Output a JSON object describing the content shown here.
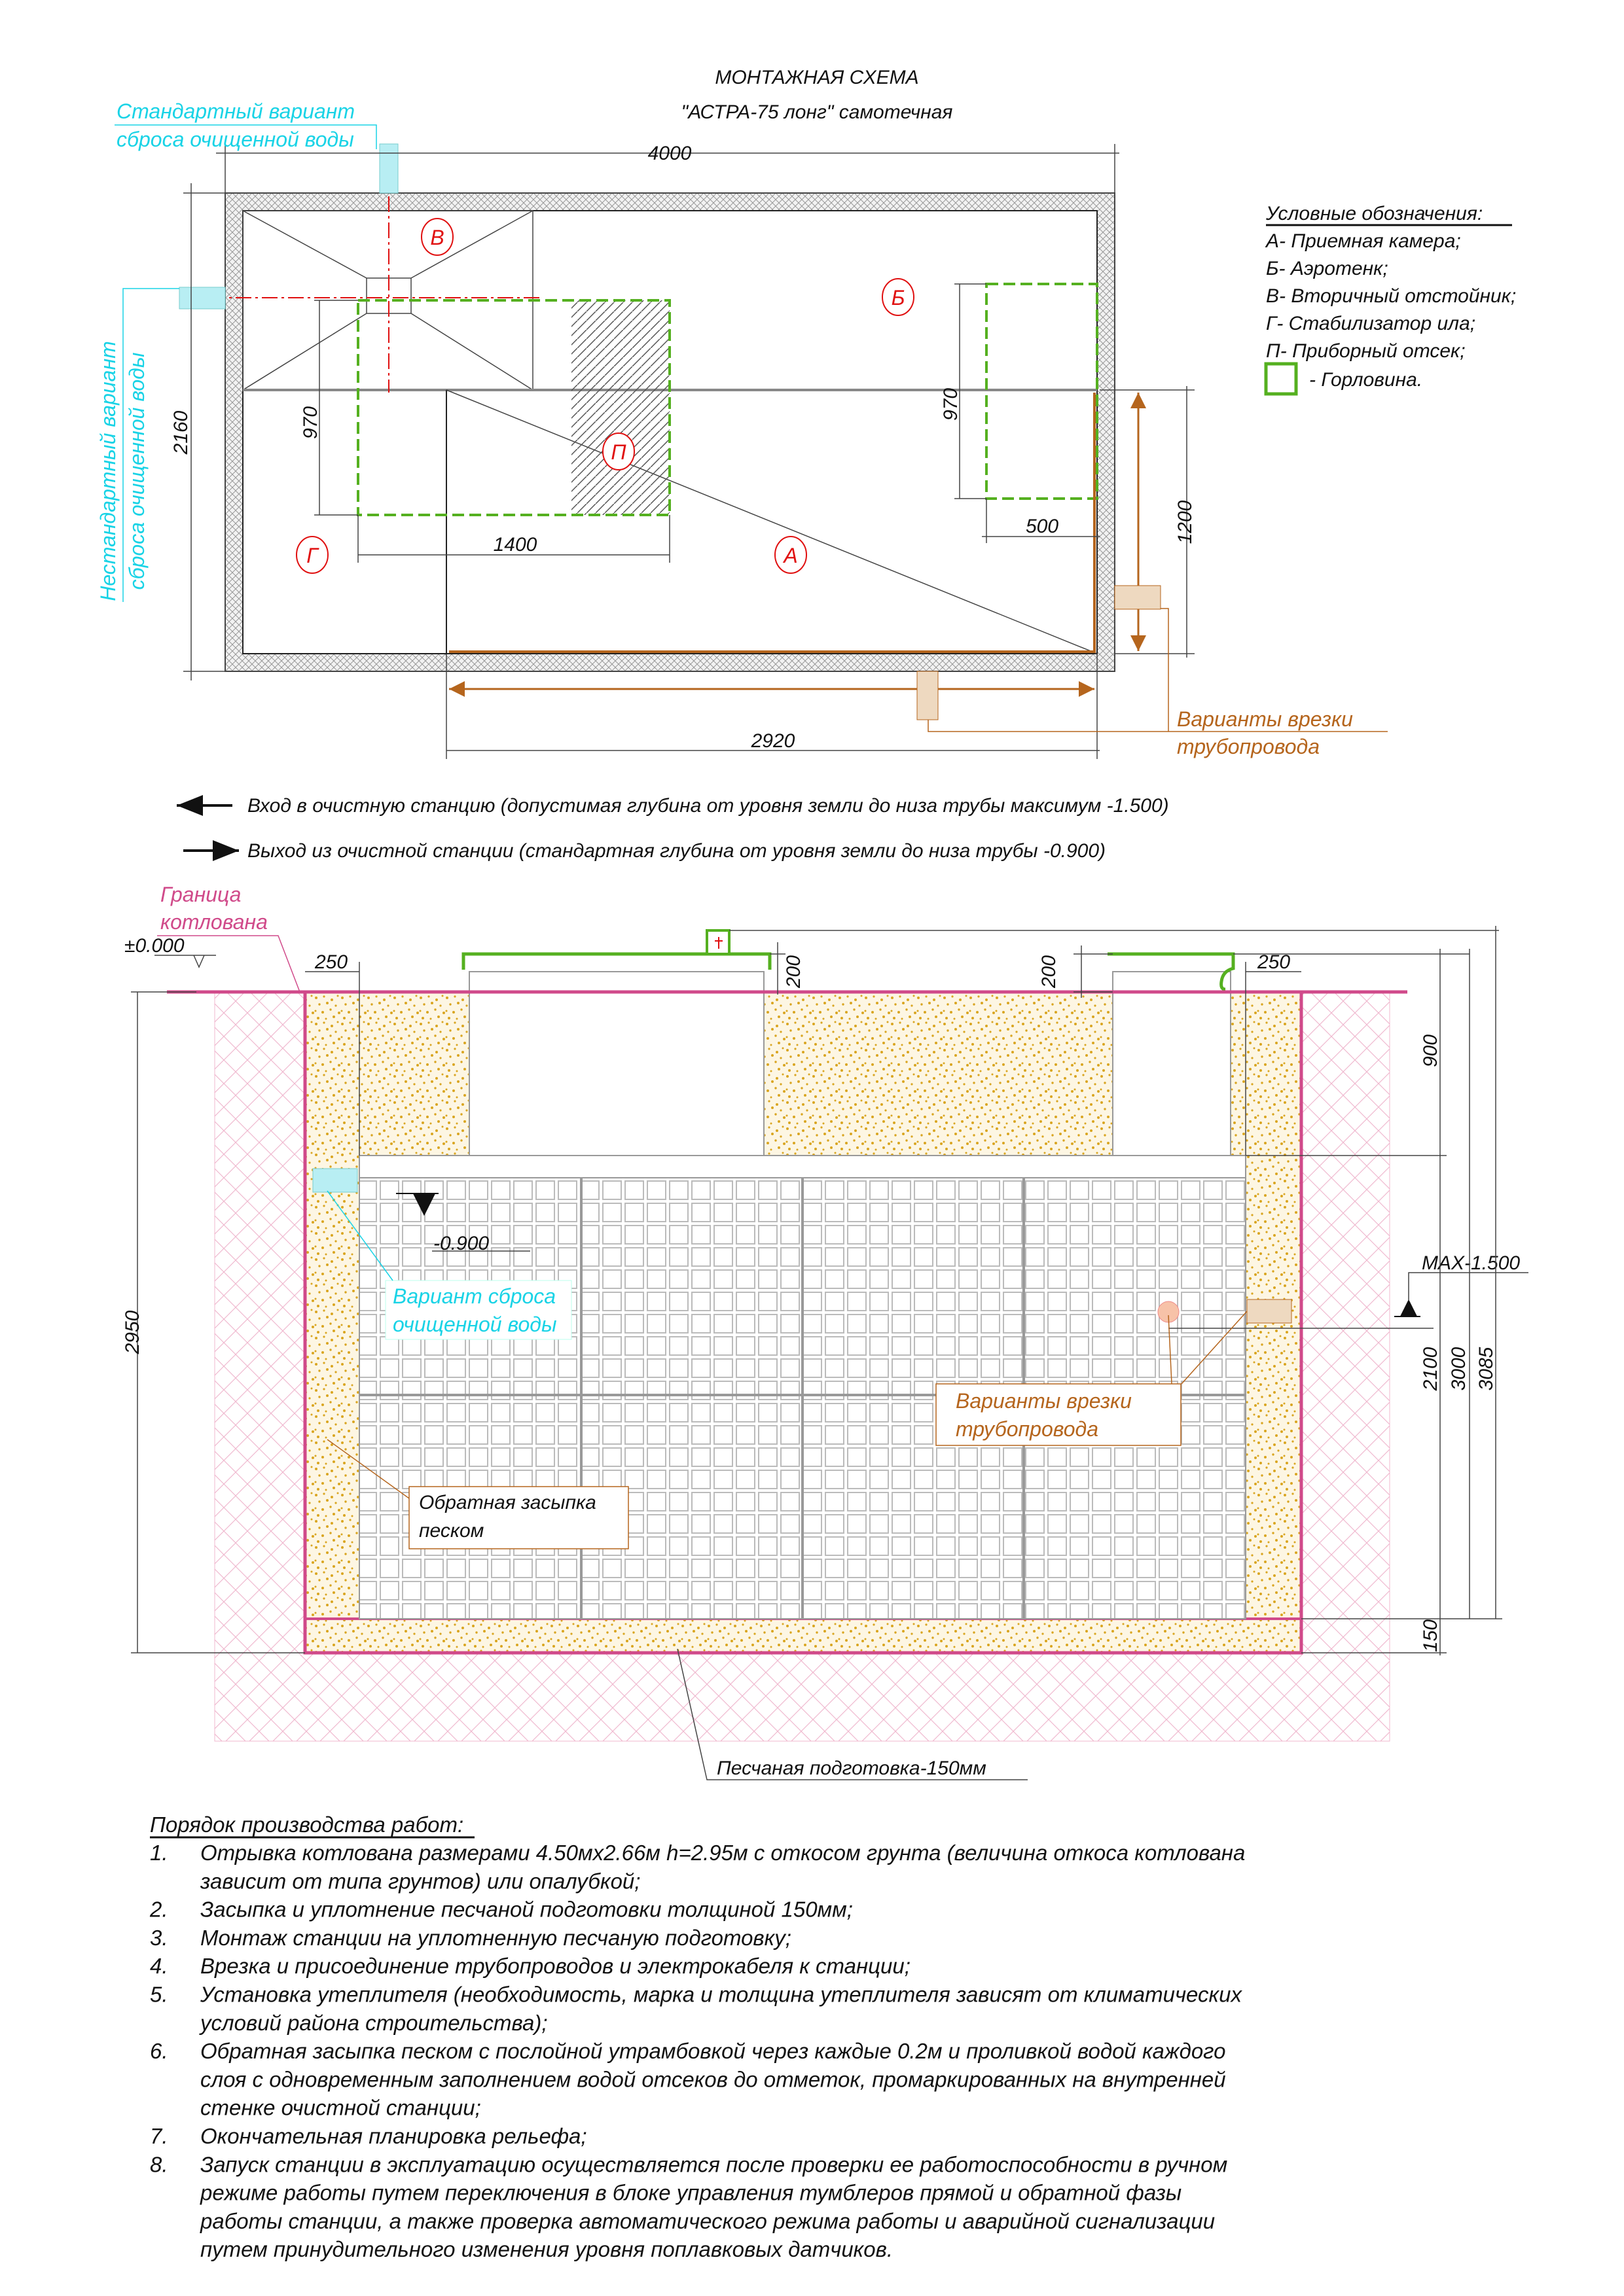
{
  "title": {
    "line1": "МОНТАЖНАЯ СХЕМА",
    "line2": "\"АСТРА-75 лонг\" самотечная"
  },
  "plan": {
    "standard_outlet_label": [
      "Стандартный вариант",
      "сброса очищенной воды"
    ],
    "nonstandard_outlet_label": [
      "Нестандартный вариант",
      "сброса очищенной воды"
    ],
    "pipe_variants_label": [
      "Варианты  врезки",
      "трубопровода"
    ],
    "chambers": {
      "v": "В",
      "b": "Б",
      "p": "П",
      "g": "Г",
      "a": "А"
    },
    "dims": {
      "length": "4000",
      "width": "2160",
      "neck1_h": "970",
      "neck2_h": "970",
      "neck1_w": "1400",
      "neck2_w": "500",
      "inlet_range": "1200",
      "inlet_range2": "2920"
    }
  },
  "legend": {
    "title": "Условные обозначения:",
    "items": [
      "А- Приемная камера;",
      "Б- Аэротенк;",
      "В- Вторичный отстойник;",
      "Г- Стабилизатор ила;",
      "П- Приборный отсек;"
    ],
    "neck": "- Горловина."
  },
  "arrows": {
    "inlet": "Вход в очистную станцию (допустимая глубина от уровня земли до низа трубы максимум -1.500)",
    "outlet": "Выход из очистной станции (стандартная глубина от уровня земли до низа трубы -0.900)"
  },
  "section": {
    "pit_boundary": [
      "Граница",
      "котлована"
    ],
    "zero_level": "±0.000",
    "outlet_level": "-0.900",
    "max_level": "MAX-1.500",
    "outlet_variant": [
      "Вариант сброса",
      "очищенной воды"
    ],
    "pipe_variants": [
      "Варианты врезки",
      "трубопровода"
    ],
    "backfill": [
      "Обратная засыпка",
      "песком"
    ],
    "sand_bed": "Песчаная подготовка-150мм",
    "dims": {
      "gap_left": "250",
      "gap_right": "250",
      "neck_left": "200",
      "neck_right": "200",
      "depth": "2950",
      "neck_h": "900",
      "h2100": "2100",
      "h3000": "3000",
      "h3085": "3085",
      "bed": "150"
    }
  },
  "procedure": {
    "title": "Порядок производства работ:",
    "steps": [
      {
        "n": "1.",
        "lines": [
          "Отрывка котлована размерами 4.50мх2.66м h=2.95м с откосом грунта (величина откоса котлована",
          "зависит от типа грунтов) или опалубкой;"
        ]
      },
      {
        "n": "2.",
        "lines": [
          "Засыпка и уплотнение песчаной подготовки толщиной 150мм;"
        ]
      },
      {
        "n": "3.",
        "lines": [
          "Монтаж станции на уплотненную песчаную подготовку;"
        ]
      },
      {
        "n": "4.",
        "lines": [
          "Врезка и присоединение трубопроводов и электрокабеля к станции;"
        ]
      },
      {
        "n": "5.",
        "lines": [
          "Установка утеплителя (необходимость, марка и толщина утеплителя зависят от климатических",
          "условий района строительства);"
        ]
      },
      {
        "n": "6.",
        "lines": [
          "Обратная засыпка песком с послойной утрамбовкой через каждые 0.2м и проливкой водой каждого",
          "слоя с одновременным заполнением водой отсеков до отметок, промаркированных на внутренней",
          "стенке очистной станции;"
        ]
      },
      {
        "n": "7.",
        "lines": [
          "Окончательная планировка рельефа;"
        ]
      },
      {
        "n": "8.",
        "lines": [
          "Запуск станции в эксплуатацию осуществляется после проверки ее работоспособности в ручном",
          "режиме работы путем переключения в блоке управления тумблеров прямой и обратной фазы",
          "работы станции, а также проверка автоматического режима работы и аварийной сигнализации",
          "путем принудительного изменения уровня поплавковых датчиков."
        ]
      }
    ]
  },
  "colors": {
    "neck": "#55b020",
    "cyan": "#19d3e6",
    "brown": "#b5651d",
    "pink": "#d04a8a",
    "red": "#e01010",
    "sand": "#d9a520"
  }
}
